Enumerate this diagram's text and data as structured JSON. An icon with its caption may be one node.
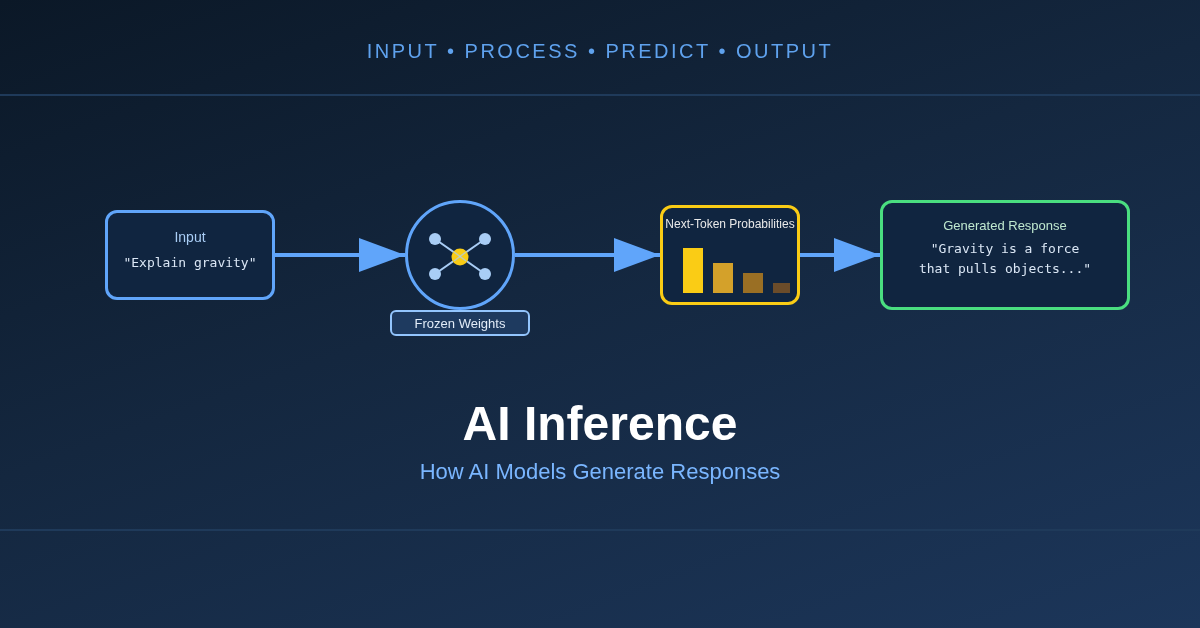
{
  "diagram": {
    "title": "AI Inference",
    "caption": "How AI Models Generate Responses",
    "nodes": [
      {
        "text": [
          "Input",
          "\"Explain gravity\""
        ]
      },
      {
        "text": [],
        "shape": "circle",
        "beside": [
          "Frozen Weights"
        ]
      },
      {
        "text": [
          "Next-Token Probabilities"
        ]
      },
      {
        "text": [
          "Generated Response",
          "\"Gravity is a force that pulls objects...\""
        ]
      }
    ],
    "edges": [
      {
        "from": 0,
        "to": 1,
        "arrow": "to"
      },
      {
        "from": 1,
        "to": 2,
        "arrow": "to"
      },
      {
        "from": 2,
        "to": 3,
        "arrow": "to"
      }
    ],
    "labels": [
      "INPUT • PROCESS • PREDICT • OUTPUT"
    ]
  }
}
